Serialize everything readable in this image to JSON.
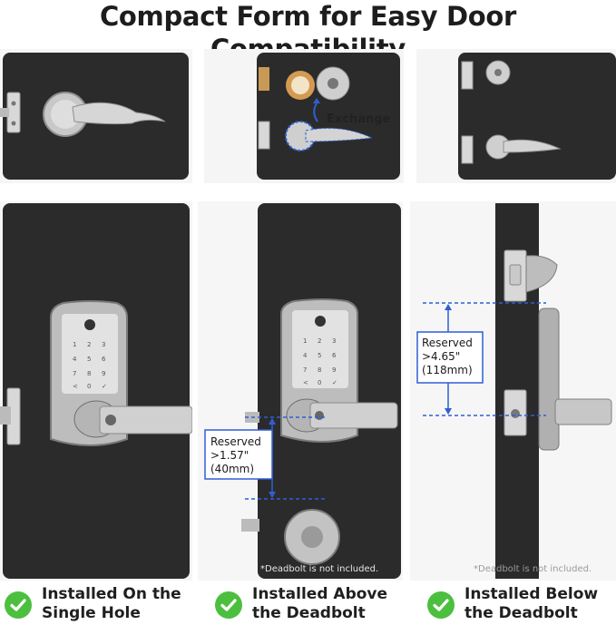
{
  "header": {
    "title": "Compact Form for Easy Door Compatibility"
  },
  "top_row": {
    "exchange_label": "Exchange"
  },
  "bottom_row": {
    "above": {
      "reserved_label": "Reserved",
      "reserved_measure": ">1.57\"",
      "reserved_metric": "(40mm)",
      "note": "*Deadbolt is not included."
    },
    "below": {
      "reserved_label": "Reserved",
      "reserved_measure": ">4.65\"",
      "reserved_metric": "(118mm)",
      "note": "*Deadbolt is not included."
    }
  },
  "captions": [
    {
      "line1": "Installed On the",
      "line2": "Single Hole"
    },
    {
      "line1": "Installed Above",
      "line2": "the Deadbolt"
    },
    {
      "line1": "Installed Below",
      "line2": "the Deadbolt"
    }
  ],
  "keypad_keys": [
    "1",
    "2",
    "3",
    "4",
    "5",
    "6",
    "7",
    "8",
    "9",
    "<",
    "0",
    "✓"
  ],
  "colors": {
    "door": "#2c2c2c",
    "metal": "#c9c9c9",
    "check": "#4cbf3f",
    "dim_line": "#2f5ed6"
  },
  "icons": [
    "fingerprint-icon",
    "check-icon",
    "keyhole-icon",
    "exchange-arrow-icon"
  ]
}
